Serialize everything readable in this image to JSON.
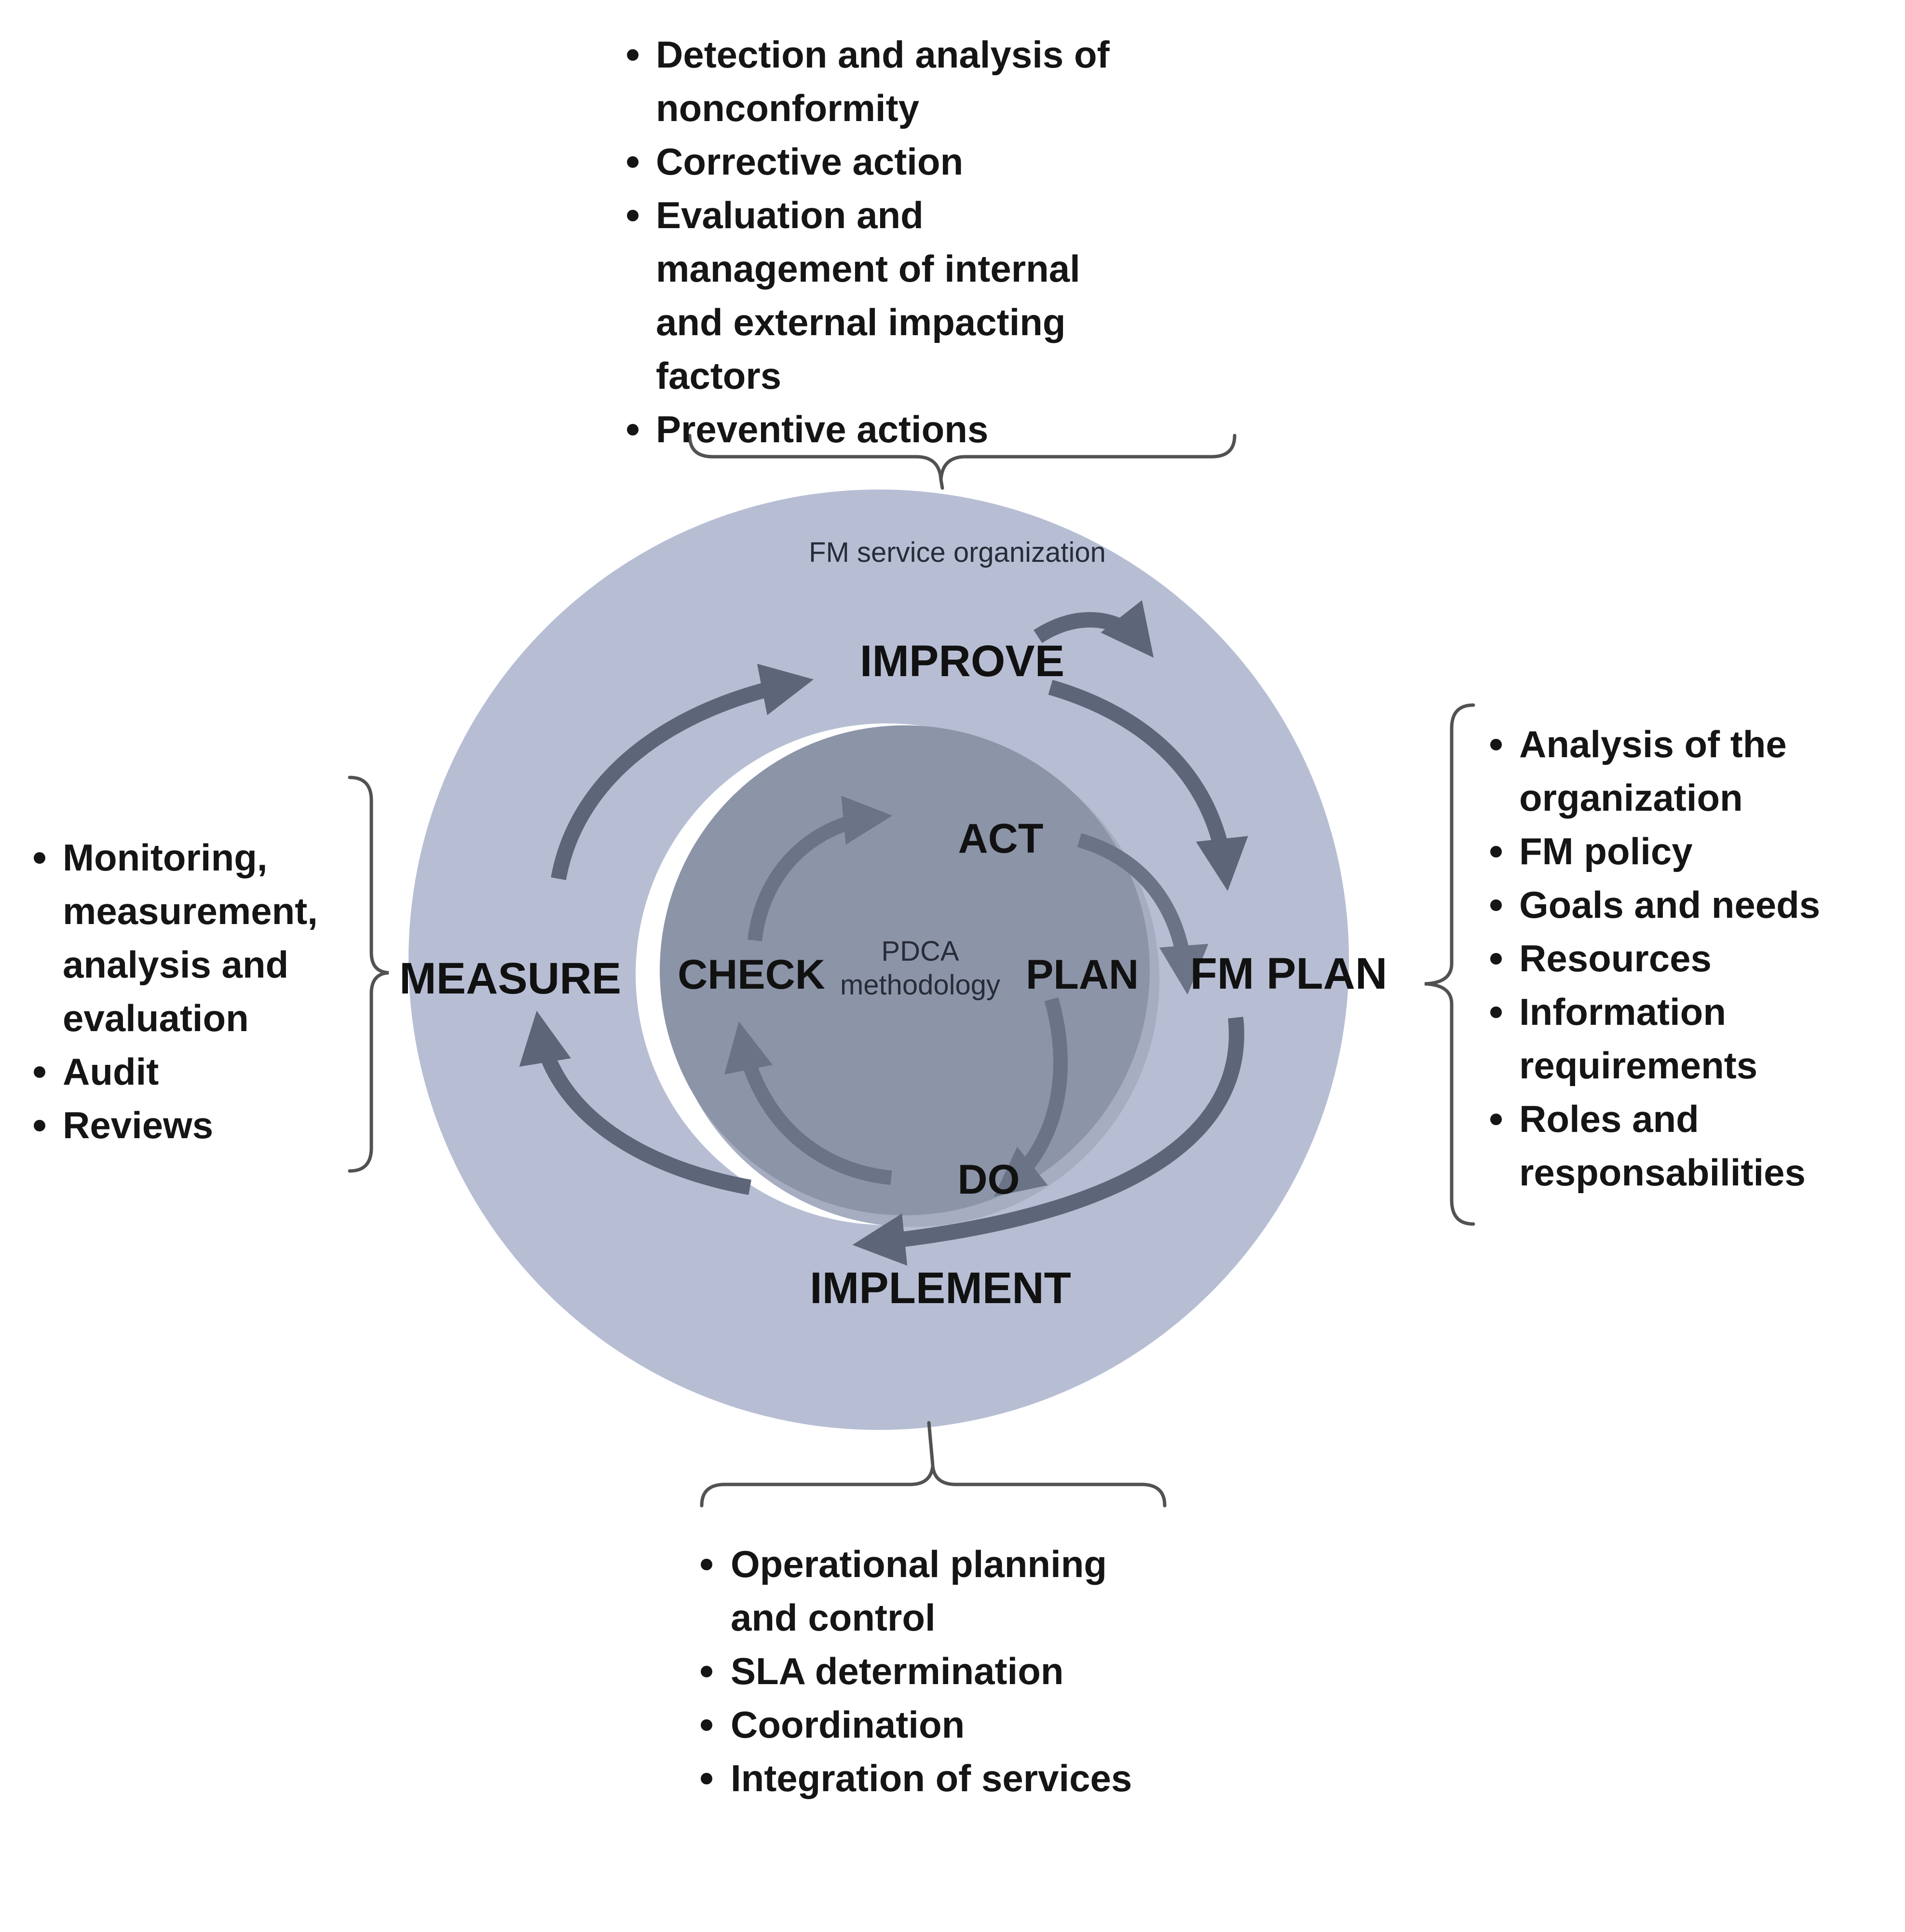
{
  "diagram": {
    "organization_label": "FM service organization",
    "center": {
      "line1": "PDCA",
      "line2": "methodology"
    },
    "inner_stages": {
      "act": "ACT",
      "plan": "PLAN",
      "do": "DO",
      "check": "CHECK"
    },
    "outer_stages": {
      "improve": "IMPROVE",
      "fm_plan": "FM PLAN",
      "implement": "IMPLEMENT",
      "measure": "MEASURE"
    }
  },
  "callouts": {
    "improve": {
      "position": "top",
      "items": [
        {
          "lines": [
            "Detection and analysis of",
            "nonconformity"
          ]
        },
        {
          "lines": [
            "Corrective action"
          ]
        },
        {
          "lines": [
            "Evaluation and",
            "management of internal",
            "and external impacting",
            "factors"
          ]
        },
        {
          "lines": [
            "Preventive actions"
          ]
        }
      ]
    },
    "fm_plan": {
      "position": "right",
      "items": [
        {
          "lines": [
            "Analysis of the",
            "organization"
          ]
        },
        {
          "lines": [
            "FM policy"
          ]
        },
        {
          "lines": [
            "Goals and needs"
          ]
        },
        {
          "lines": [
            "Resources"
          ]
        },
        {
          "lines": [
            "Information",
            "requirements"
          ]
        },
        {
          "lines": [
            "Roles and",
            "responsabilities"
          ]
        }
      ]
    },
    "measure": {
      "position": "left",
      "items": [
        {
          "lines": [
            "Monitoring,",
            "measurement,",
            "analysis and",
            "evaluation"
          ]
        },
        {
          "lines": [
            "Audit"
          ]
        },
        {
          "lines": [
            "Reviews"
          ]
        }
      ]
    },
    "implement": {
      "position": "bottom",
      "items": [
        {
          "lines": [
            "Operational planning",
            "and control"
          ]
        },
        {
          "lines": [
            "SLA determination"
          ]
        },
        {
          "lines": [
            "Coordination"
          ]
        },
        {
          "lines": [
            "Integration of services"
          ]
        }
      ]
    }
  },
  "colors": {
    "outer_ring": "#b7bed4",
    "inner_disc": "#8c94a8",
    "inner_rim": "#a6adc1",
    "inner_highlight": "#ffffff",
    "arrow_outer": "#5d6579",
    "arrow_inner": "#6b7386",
    "text": "#151515",
    "brace": "#525252",
    "background": "#ffffff"
  }
}
